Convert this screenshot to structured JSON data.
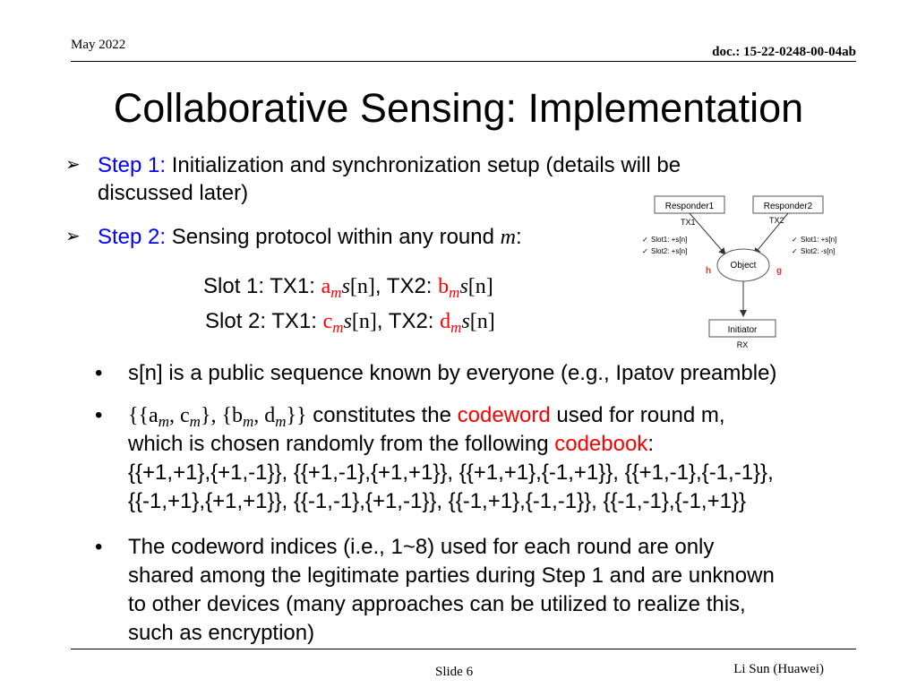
{
  "header": {
    "date": "May 2022",
    "doc_id": "doc.: 15-22-0248-00-04ab"
  },
  "title": "Collaborative Sensing: Implementation",
  "steps": [
    {
      "bullet": "➢",
      "label": "Step 1:",
      "line1": " Initialization and synchronization setup (details will be",
      "line2": "discussed later)"
    },
    {
      "bullet": "➢",
      "label": "Step 2:",
      "text": " Sensing protocol within any round ",
      "var": "m",
      "end": ":"
    }
  ],
  "slots": [
    {
      "prefix": "Slot 1: TX1: ",
      "c1": "a",
      "sub1": "m",
      "seq1": "s",
      "idx1": "[n]",
      "mid": ", TX2: ",
      "c2": "b",
      "sub2": "m",
      "seq2": "s",
      "idx2": "[n]"
    },
    {
      "prefix": "Slot 2: TX1: ",
      "c1": "c",
      "sub1": "m",
      "seq1": "s",
      "idx1": "[n]",
      "mid": ", TX2: ",
      "c2": "d",
      "sub2": "m",
      "seq2": "s",
      "idx2": "[n]"
    }
  ],
  "bullets": {
    "dot": "•",
    "b1": "s[n] is a public sequence known by everyone (e.g., Ipatov preamble)",
    "b2": {
      "open": "{{a",
      "s1": "m",
      "comma1": ", c",
      "s2": "m",
      "mid": "}, {b",
      "s3": "m",
      "comma2": ", d",
      "s4": "m",
      "close": "}}",
      "pre_red": " constitutes the ",
      "red1": "codeword",
      "post_red": " used for round m,",
      "line2_pre": "which is chosen randomly from the following ",
      "red2": "codebook",
      "line2_post": ":",
      "line3": "{{+1,+1},{+1,-1}}, {{+1,-1},{+1,+1}}, {{+1,+1},{-1,+1}}, {{+1,-1},{-1,-1}},",
      "line4": "{{-1,+1},{+1,+1}}, {{-1,-1},{+1,-1}}, {{-1,+1},{-1,-1}}, {{-1,-1},{-1,+1}}"
    },
    "b3": [
      "The codeword indices (i.e., 1~8) used for each round are only",
      "shared among the legitimate parties during Step 1 and are unknown",
      "to other devices (many approaches can be utilized to realize this,",
      "such as encryption)"
    ]
  },
  "diagram": {
    "responder1": "Responder1",
    "responder2": "Responder2",
    "tx1": "TX1",
    "tx2": "TX2",
    "left_slot1": "Slot1: +s[n]",
    "left_slot2": "Slot2: +s[n]",
    "right_slot1": "Slot1: +s[n]",
    "right_slot2": "Slot2: -s[n]",
    "check": "✓",
    "object": "Object",
    "h": "h",
    "g": "g",
    "initiator": "Initiator",
    "rx": "RX"
  },
  "footer": {
    "slide": "Slide 6",
    "author": "Li Sun (Huawei)"
  },
  "colors": {
    "accent_blue": "#0000ff",
    "accent_red": "#ff0000",
    "text": "#000000"
  }
}
